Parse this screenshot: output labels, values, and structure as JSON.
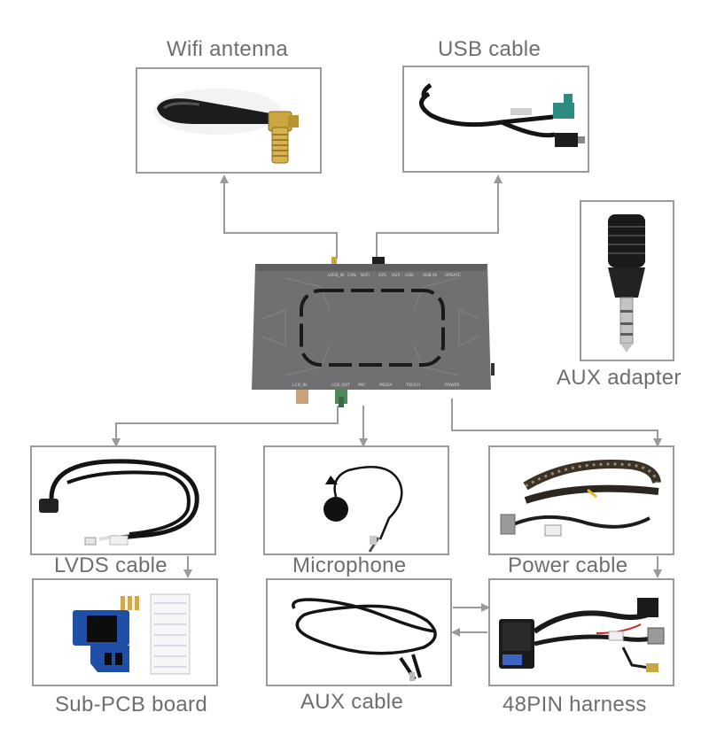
{
  "components": {
    "wifi_antenna": "Wifi antenna",
    "usb_cable": "USB cable",
    "aux_adapter": "AUX adapter",
    "lvds_cable": "LVDS cable",
    "microphone": "Microphone",
    "power_cable": "Power cable",
    "sub_pcb_board": "Sub-PCB board",
    "aux_cable": "AUX cable",
    "harness_48pin": "48PIN harness"
  },
  "module_ports": {
    "top": [
      "LVDS_IN",
      "CAN",
      "WIFI",
      "GPS",
      "AUX",
      "USB",
      "ADB IN",
      "UPDATE"
    ],
    "bottom": [
      "LCD_IN",
      "LCD_OUT",
      "MIC",
      "MEDIA",
      "TOUCH",
      "POWER"
    ]
  },
  "colors": {
    "label": "#6e6e6e",
    "frame": "#9a9a9a",
    "arrow": "#9a9a9a",
    "module_body": "#6f7072"
  }
}
